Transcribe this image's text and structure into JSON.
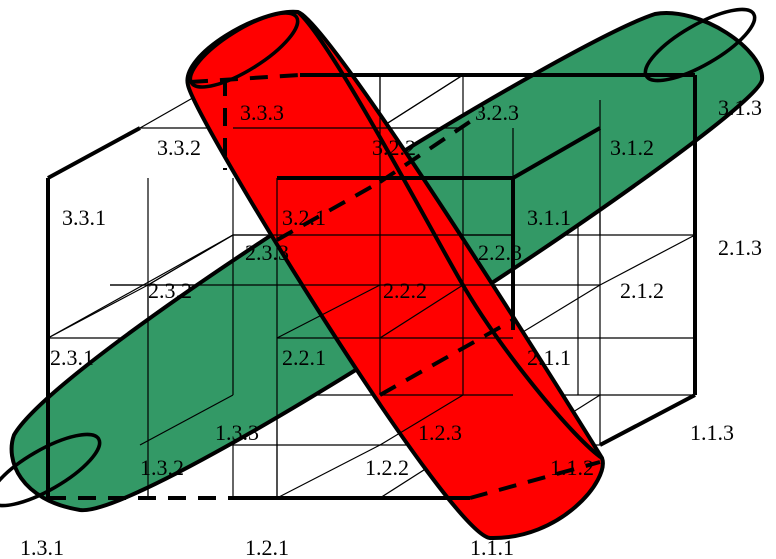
{
  "colors": {
    "background": "#ffffff",
    "lines": "#000000",
    "green_cylinder": "#339966",
    "red_cylinder": "#ff0000"
  },
  "labels": {
    "l131": "1.3.1",
    "l121": "1.2.1",
    "l111": "1.1.1",
    "l132": "1.3.2",
    "l122": "1.2.2",
    "l112": "1.1.2",
    "l133": "1.3.3",
    "l123": "1.2.3",
    "l113": "1.1.3",
    "l231": "2.3.1",
    "l221": "2.2.1",
    "l211": "2.1.1",
    "l232": "2.3.2",
    "l222": "2.2.2",
    "l212": "2.1.2",
    "l233": "2.3.3",
    "l223": "2.2.3",
    "l213": "2.1.3",
    "l331": "3.3.1",
    "l321": "3.2.1",
    "l311": "3.1.1",
    "l332": "3.3.2",
    "l322": "3.2.2",
    "l312": "3.1.2",
    "l333": "3.3.3",
    "l323": "3.2.3",
    "l313": "3.1.3"
  }
}
